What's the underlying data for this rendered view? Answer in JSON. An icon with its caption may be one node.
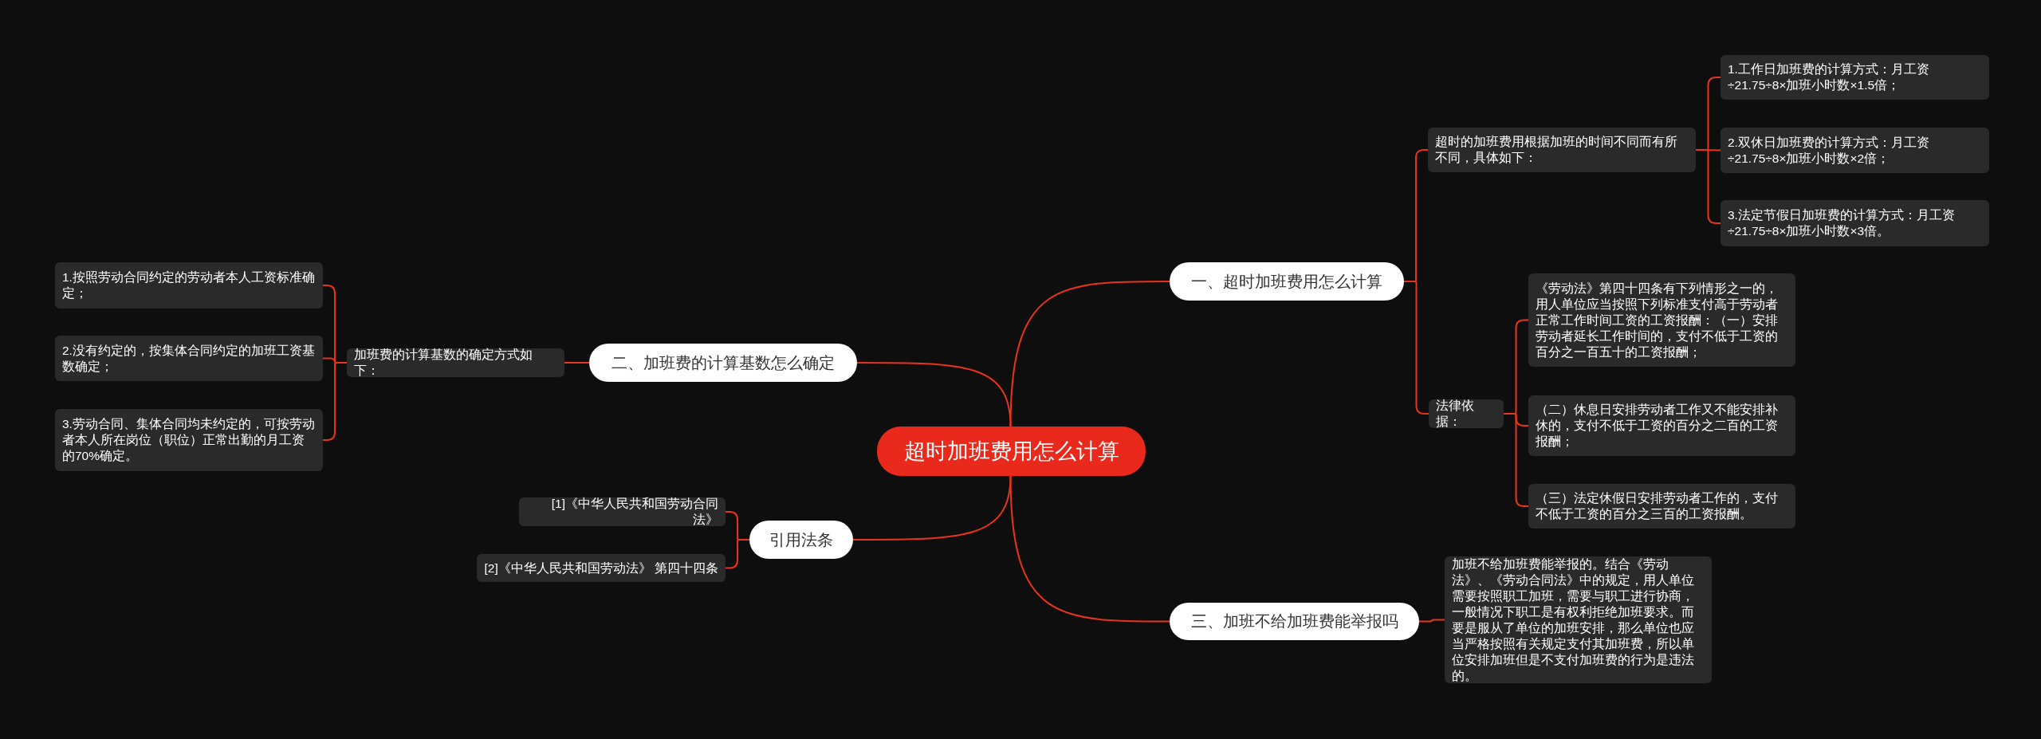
{
  "diagram": {
    "nodes": [
      {
        "text": [
          "超时加班费用怎么计算"
        ]
      },
      {
        "text": [
          "一、超时加班费用怎么计算"
        ]
      },
      {
        "text": [
          "超时的加班费用根据加班的时间不同而有所不同，具体如下："
        ]
      },
      {
        "text": [
          "1.工作日加班费的计算方式：月工资÷21.75÷8×加班小时数×1.5倍；"
        ]
      },
      {
        "text": [
          "2.双休日加班费的计算方式：月工资÷21.75÷8×加班小时数×2倍；"
        ]
      },
      {
        "text": [
          "3.法定节假日加班费的计算方式：月工资÷21.75÷8×加班小时数×3倍。"
        ]
      },
      {
        "text": [
          "法律依据："
        ]
      },
      {
        "text": [
          "《劳动法》第四十四条有下列情形之一的，用人单位应当按照下列标准支付高于劳动者正常工作时间工资的工资报酬：（一）安排劳动者延长工作时间的，支付不低于工资的百分之一百五十的工资报酬；"
        ]
      },
      {
        "text": [
          "（二）休息日安排劳动者工作又不能安排补休的，支付不低于工资的百分之二百的工资报酬；"
        ]
      },
      {
        "text": [
          "（三）法定休假日安排劳动者工作的，支付不低于工资的百分之三百的工资报酬。"
        ]
      },
      {
        "text": [
          "三、加班不给加班费能举报吗"
        ]
      },
      {
        "text": [
          "加班不给加班费能举报的。结合《劳动法》、《劳动合同法》中的规定，用人单位需要按照职工加班，需要与职工进行协商，一般情况下职工是有权利拒绝加班要求。而要是服从了单位的加班安排，那么单位也应当严格按照有关规定支付其加班费，所以单位安排加班但是不支付加班费的行为是违法的。"
        ]
      },
      {
        "text": [
          "二、加班费的计算基数怎么确定"
        ]
      },
      {
        "text": [
          "加班费的计算基数的确定方式如下："
        ]
      },
      {
        "text": [
          "1.按照劳动合同约定的劳动者本人工资标准确定；"
        ]
      },
      {
        "text": [
          "2.没有约定的，按集体合同约定的加班工资基数确定；"
        ]
      },
      {
        "text": [
          "3.劳动合同、集体合同均未约定的，可按劳动者本人所在岗位（职位）正常出勤的月工资的70%确定。"
        ]
      },
      {
        "text": [
          "引用法条"
        ]
      },
      {
        "text": [
          "[1]《中华人民共和国劳动合同法》"
        ]
      },
      {
        "text": [
          "[2]《中华人民共和国劳动法》 第四十四条"
        ]
      }
    ],
    "edges": [
      {
        "from": 0,
        "to": 1,
        "arrow": "none"
      },
      {
        "from": 1,
        "to": 2,
        "arrow": "none"
      },
      {
        "from": 2,
        "to": 3,
        "arrow": "none"
      },
      {
        "from": 2,
        "to": 4,
        "arrow": "none"
      },
      {
        "from": 2,
        "to": 5,
        "arrow": "none"
      },
      {
        "from": 1,
        "to": 6,
        "arrow": "none"
      },
      {
        "from": 6,
        "to": 7,
        "arrow": "none"
      },
      {
        "from": 6,
        "to": 8,
        "arrow": "none"
      },
      {
        "from": 6,
        "to": 9,
        "arrow": "none"
      },
      {
        "from": 0,
        "to": 10,
        "arrow": "none"
      },
      {
        "from": 10,
        "to": 11,
        "arrow": "none"
      },
      {
        "from": 0,
        "to": 12,
        "arrow": "none"
      },
      {
        "from": 12,
        "to": 13,
        "arrow": "none"
      },
      {
        "from": 13,
        "to": 14,
        "arrow": "none"
      },
      {
        "from": 13,
        "to": 15,
        "arrow": "none"
      },
      {
        "from": 13,
        "to": 16,
        "arrow": "none"
      },
      {
        "from": 0,
        "to": 17,
        "arrow": "none"
      },
      {
        "from": 17,
        "to": 18,
        "arrow": "none"
      },
      {
        "from": 17,
        "to": 19,
        "arrow": "none"
      }
    ]
  }
}
